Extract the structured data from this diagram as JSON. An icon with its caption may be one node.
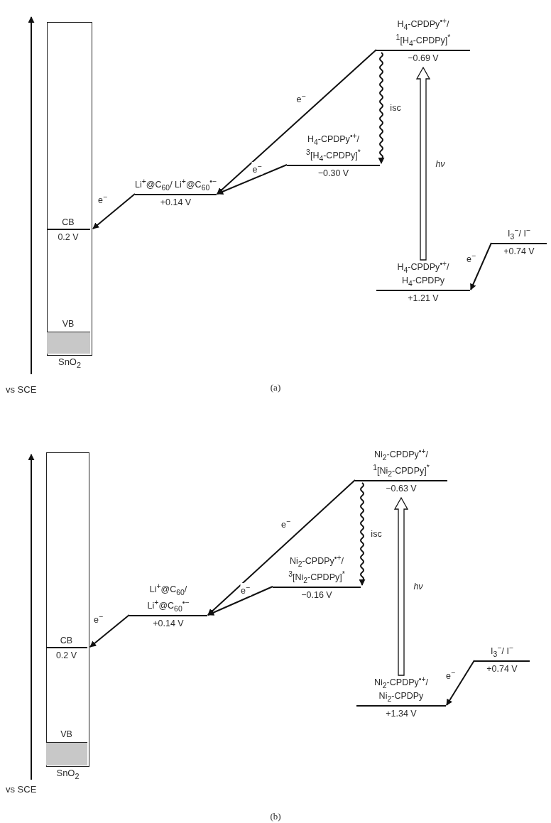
{
  "diagram": {
    "nodes": [
      {
        "text": [
          "SnO$_{2}$"
        ]
      },
      {
        "text": [
          "CB",
          "0.2 V"
        ],
        "in": 0
      },
      {
        "text": [
          "VB"
        ],
        "in": 0
      },
      {
        "text": [
          "Li$^{+}$@C$_{60}$/ Li$^{+}$@C$_{60}$$^{•−}$",
          "+0.14 V"
        ]
      },
      {
        "text": [
          "H$_{4}$-CPDPy$^{•+}$/ $^{1}$[H$_{4}$-CPDPy]$^{*}$",
          "−0.69 V"
        ]
      },
      {
        "text": [
          "H$_{4}$-CPDPy$^{•+}$/ $^{3}$[H$_{4}$-CPDPy]$^{*}$",
          "−0.30 V"
        ]
      },
      {
        "text": [
          "H$_{4}$-CPDPy$^{•+}$/ H$_{4}$-CPDPy",
          "+1.21 V"
        ]
      },
      {
        "text": [
          "I$_{3}$$^{−}$/ I$^{−}$",
          "+0.74 V"
        ]
      },
      {
        "text": [
          "SnO$_{2}$"
        ]
      },
      {
        "text": [
          "CB",
          "0.2 V"
        ],
        "in": 8
      },
      {
        "text": [
          "VB"
        ],
        "in": 8
      },
      {
        "text": [
          "Li$^{+}$@C$_{60}$/ Li$^{+}$@C$_{60}$$^{•−}$",
          "+0.14 V"
        ]
      },
      {
        "text": [
          "Ni$_{2}$-CPDPy$^{•+}$/ $^{1}$[Ni$_{2}$-CPDPy]$^{*}$",
          "−0.63 V"
        ]
      },
      {
        "text": [
          "Ni$_{2}$-CPDPy$^{•+}$/ $^{3}$[Ni$_{2}$-CPDPy]$^{*}$",
          "−0.16 V"
        ]
      },
      {
        "text": [
          "Ni$_{2}$-CPDPy$^{•+}$/ Ni$_{2}$-CPDPy",
          "+1.34 V"
        ]
      },
      {
        "text": [
          "I$_{3}$$^{−}$/ I$^{−}$",
          "+0.74 V"
        ]
      }
    ],
    "edges": [
      {
        "from": 3,
        "to": 1,
        "arrow": "to",
        "label": "e$^{−}$"
      },
      {
        "from": 4,
        "to": 3,
        "arrow": "to",
        "label": "e$^{−}$"
      },
      {
        "from": 5,
        "to": 3,
        "arrow": "to",
        "label": "e$^{−}$"
      },
      {
        "from": 4,
        "to": 5,
        "arrow": "to",
        "label": "isc"
      },
      {
        "from": 6,
        "to": 4,
        "arrow": "to",
        "label": "hν",
        "style": "thick"
      },
      {
        "from": 7,
        "to": 6,
        "arrow": "to",
        "label": "e$^{−}$"
      },
      {
        "from": 11,
        "to": 9,
        "arrow": "to",
        "label": "e$^{−}$"
      },
      {
        "from": 12,
        "to": 11,
        "arrow": "to",
        "label": "e$^{−}$"
      },
      {
        "from": 13,
        "to": 11,
        "arrow": "to",
        "label": "e$^{−}$"
      },
      {
        "from": 12,
        "to": 13,
        "arrow": "to",
        "label": "isc"
      },
      {
        "from": 14,
        "to": 12,
        "arrow": "to",
        "label": "hν",
        "style": "thick"
      },
      {
        "from": 15,
        "to": 14,
        "arrow": "to",
        "label": "e$^{−}$"
      }
    ],
    "labels": [
      "vs SCE",
      "(a)",
      "vs SCE",
      "(b)"
    ]
  }
}
